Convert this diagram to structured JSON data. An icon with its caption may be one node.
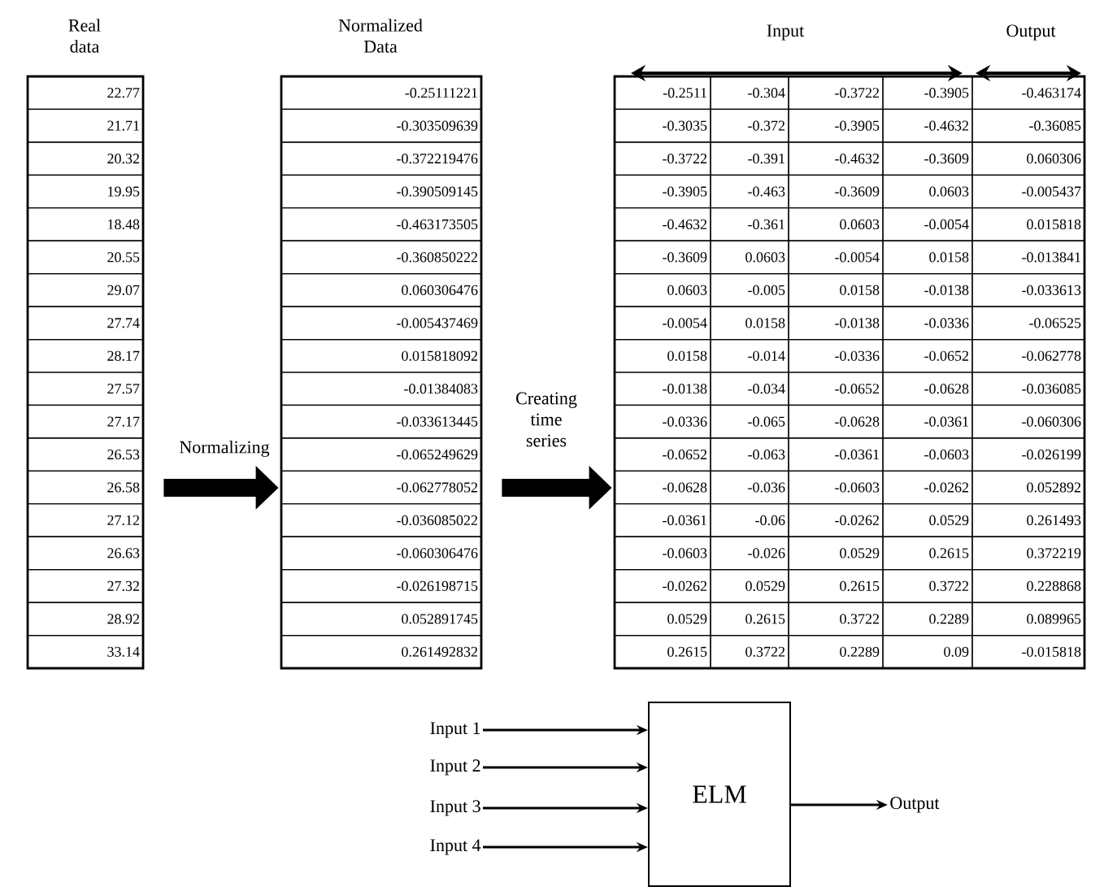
{
  "diagram": {
    "nodes": [
      {
        "text": [
          "Real data"
        ]
      },
      {
        "text": [
          "Normalized Data"
        ]
      },
      {
        "text": [
          "Input",
          "Output"
        ]
      },
      {
        "text": [
          "Input 1"
        ]
      },
      {
        "text": [
          "Input 2"
        ]
      },
      {
        "text": [
          "Input 3"
        ]
      },
      {
        "text": [
          "Input 4"
        ]
      },
      {
        "text": [
          "ELM"
        ]
      },
      {
        "text": [
          "Output"
        ]
      }
    ],
    "edges": [
      {
        "from": 0,
        "to": 1,
        "arrow": "to",
        "label": "Normalizing",
        "style": "thick"
      },
      {
        "from": 1,
        "to": 2,
        "arrow": "to",
        "label": "Creating time series",
        "style": "thick"
      },
      {
        "from": 3,
        "to": 7,
        "arrow": "to"
      },
      {
        "from": 4,
        "to": 7,
        "arrow": "to"
      },
      {
        "from": 5,
        "to": 7,
        "arrow": "to"
      },
      {
        "from": 6,
        "to": 7,
        "arrow": "to"
      },
      {
        "from": 7,
        "to": 8,
        "arrow": "to"
      }
    ],
    "labels": [
      "22.77",
      "21.71",
      "20.32",
      "19.95",
      "18.48",
      "20.55",
      "29.07",
      "27.74",
      "28.17",
      "27.57",
      "27.17",
      "26.53",
      "26.58",
      "27.12",
      "26.63",
      "27.32",
      "28.92",
      "33.14",
      "-0.25111221",
      "-0.303509639",
      "-0.372219476",
      "-0.390509145",
      "-0.463173505",
      "-0.360850222",
      "0.060306476",
      "-0.005437469",
      "0.015818092",
      "-0.01384083",
      "-0.033613445",
      "-0.065249629",
      "-0.062778052",
      "-0.036085022",
      "-0.060306476",
      "-0.026198715",
      "0.052891745",
      "0.261492832",
      "-0.2511",
      "-0.304",
      "-0.3722",
      "-0.3905",
      "-0.463174",
      "-0.3035",
      "-0.372",
      "-0.3905",
      "-0.4632",
      "-0.36085",
      "-0.3722",
      "-0.391",
      "-0.4632",
      "-0.3609",
      "0.060306",
      "-0.3905",
      "-0.463",
      "-0.3609",
      "0.0603",
      "-0.005437",
      "-0.4632",
      "-0.361",
      "0.0603",
      "-0.0054",
      "0.015818",
      "-0.3609",
      "0.0603",
      "-0.0054",
      "0.0158",
      "-0.013841",
      "0.0603",
      "-0.005",
      "0.0158",
      "-0.0138",
      "-0.033613",
      "-0.0054",
      "0.0158",
      "-0.0138",
      "-0.0336",
      "-0.06525",
      "0.0158",
      "-0.014",
      "-0.0336",
      "-0.0652",
      "-0.062778",
      "-0.0138",
      "-0.034",
      "-0.0652",
      "-0.0628",
      "-0.036085",
      "-0.0336",
      "-0.065",
      "-0.0628",
      "-0.0361",
      "-0.060306",
      "-0.0652",
      "-0.063",
      "-0.0361",
      "-0.0603",
      "-0.026199",
      "-0.0628",
      "-0.036",
      "-0.0603",
      "-0.0262",
      "0.052892",
      "-0.0361",
      "-0.06",
      "-0.0262",
      "0.0529",
      "0.261493",
      "-0.0603",
      "-0.026",
      "0.0529",
      "0.2615",
      "0.372219",
      "-0.0262",
      "0.0529",
      "0.2615",
      "0.3722",
      "0.228868",
      "0.0529",
      "0.2615",
      "0.3722",
      "0.2289",
      "0.089965",
      "0.2615",
      "0.3722",
      "0.2289",
      "0.09",
      "-0.015818"
    ]
  }
}
